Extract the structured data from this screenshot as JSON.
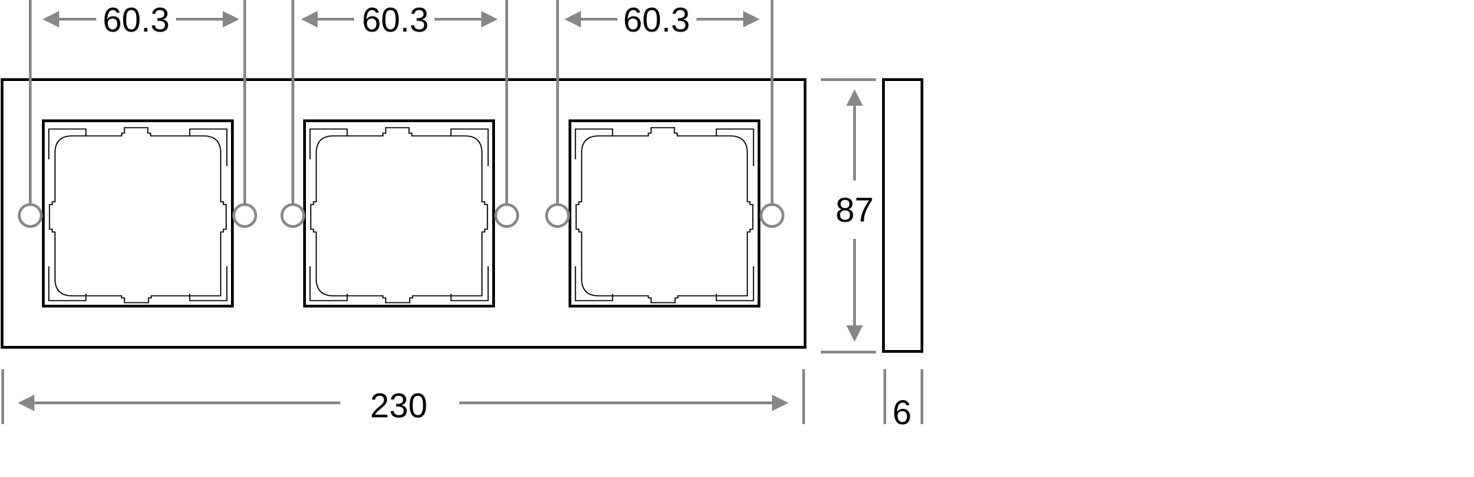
{
  "diagram": {
    "dimensions": {
      "spacing_1": "60.3",
      "spacing_2": "60.3",
      "spacing_3": "60.3",
      "total_width": "230",
      "height": "87",
      "depth": "6"
    },
    "colors": {
      "outline": "#000000",
      "dimension_lines": "#878787",
      "background": "#ffffff"
    }
  }
}
